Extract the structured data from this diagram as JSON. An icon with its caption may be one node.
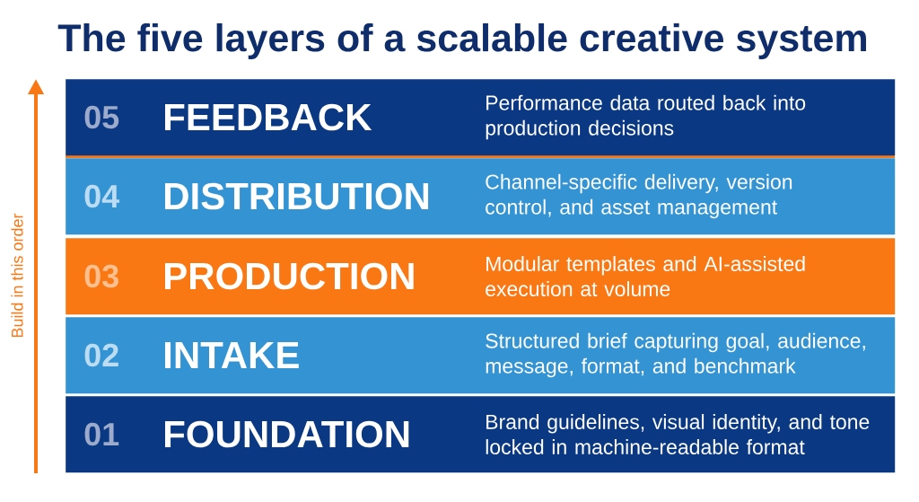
{
  "diagram": {
    "title": "The five layers of a scalable creative system",
    "nodes": [
      {
        "text": [
          "05",
          "FEEDBACK",
          "Performance data routed back into production decisions"
        ]
      },
      {
        "text": [
          "04",
          "DISTRIBUTION",
          "Channel-specific delivery, version control, and asset management"
        ]
      },
      {
        "text": [
          "03",
          "PRODUCTION",
          "Modular templates and AI-assisted execution at volume"
        ]
      },
      {
        "text": [
          "02",
          "INTAKE",
          "Structured brief capturing goal, audience, message, format, and benchmark"
        ]
      },
      {
        "text": [
          "01",
          "FOUNDATION",
          "Brand guidelines, visual identity, and tone locked in machine-readable format"
        ]
      }
    ],
    "labels": [
      "Build in this order"
    ]
  }
}
